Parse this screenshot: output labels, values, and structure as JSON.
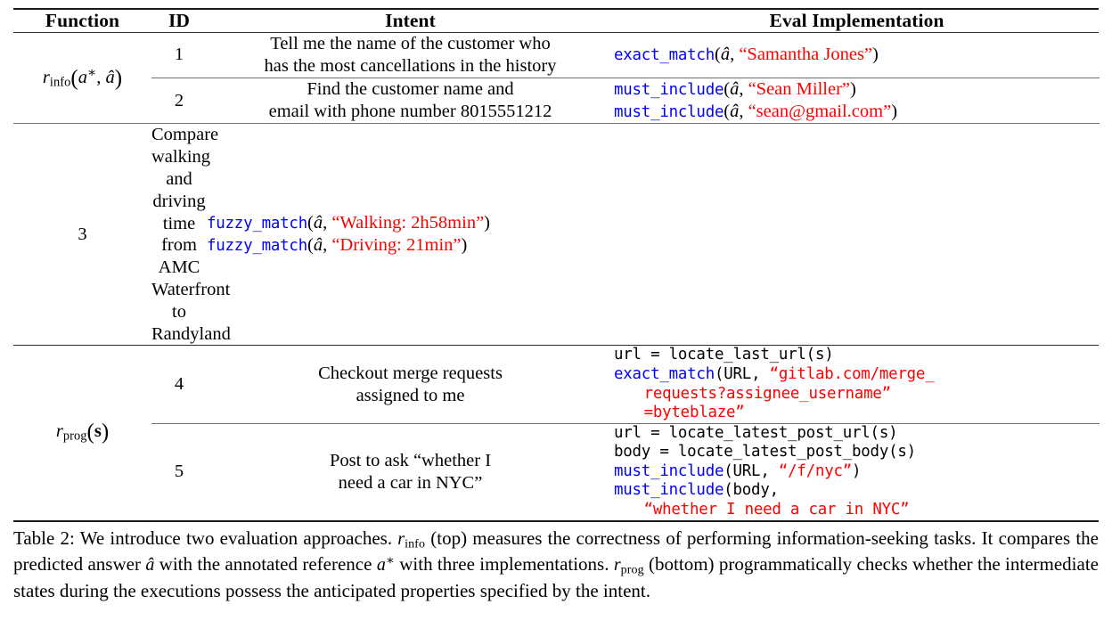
{
  "table": {
    "columns": [
      "Function",
      "ID",
      "Intent",
      "Eval Implementation"
    ],
    "groups": [
      {
        "function_label": "r_info(a*, â)",
        "function_parts": {
          "symbol": "r",
          "subscript": "info",
          "args": "(a*, â)"
        },
        "rows": [
          {
            "id": "1",
            "intent_lines": [
              "Tell me the name of the customer who",
              "has the most cancellations in the history"
            ],
            "eval_lines": [
              [
                {
                  "text": "exact_match",
                  "style": "fn-mono"
                },
                {
                  "text": "(",
                  "style": "punct"
                },
                {
                  "text": "â",
                  "style": "math"
                },
                {
                  "text": ", ",
                  "style": "punct"
                },
                {
                  "text": "“Samantha Jones”",
                  "style": "str-serif"
                },
                {
                  "text": ")",
                  "style": "punct"
                }
              ]
            ]
          },
          {
            "id": "2",
            "intent_lines": [
              "Find the customer name and",
              "email with phone number 8015551212"
            ],
            "eval_lines": [
              [
                {
                  "text": "must_include",
                  "style": "fn-mono"
                },
                {
                  "text": "(",
                  "style": "punct"
                },
                {
                  "text": "â",
                  "style": "math"
                },
                {
                  "text": ", ",
                  "style": "punct"
                },
                {
                  "text": "“Sean Miller”",
                  "style": "str-serif"
                },
                {
                  "text": ")",
                  "style": "punct"
                }
              ],
              [
                {
                  "text": "must_include",
                  "style": "fn-mono"
                },
                {
                  "text": "(",
                  "style": "punct"
                },
                {
                  "text": "â",
                  "style": "math"
                },
                {
                  "text": ", ",
                  "style": "punct"
                },
                {
                  "text": "“sean@gmail.com”",
                  "style": "str-serif"
                },
                {
                  "text": ")",
                  "style": "punct"
                }
              ]
            ]
          },
          {
            "id": "3",
            "intent_lines": [
              "Compare walking and driving time",
              "from AMC Waterfront to Randyland"
            ],
            "eval_lines": [
              [
                {
                  "text": "fuzzy_match",
                  "style": "fn-mono"
                },
                {
                  "text": "(",
                  "style": "punct"
                },
                {
                  "text": "â",
                  "style": "math"
                },
                {
                  "text": ", ",
                  "style": "punct"
                },
                {
                  "text": "“Walking: 2h58min”",
                  "style": "str-serif"
                },
                {
                  "text": ")",
                  "style": "punct"
                }
              ],
              [
                {
                  "text": "fuzzy_match",
                  "style": "fn-mono"
                },
                {
                  "text": "(",
                  "style": "punct"
                },
                {
                  "text": "â",
                  "style": "math"
                },
                {
                  "text": ", ",
                  "style": "punct"
                },
                {
                  "text": "“Driving: 21min”",
                  "style": "str-serif"
                },
                {
                  "text": ")",
                  "style": "punct"
                }
              ]
            ]
          }
        ]
      },
      {
        "function_label": "r_prog(s)",
        "function_parts": {
          "symbol": "r",
          "subscript": "prog",
          "args": "(s)"
        },
        "rows": [
          {
            "id": "4",
            "intent_lines": [
              "Checkout merge requests",
              "assigned to me"
            ],
            "eval_lines": [
              [
                {
                  "text": "url = locate_last_url(s)",
                  "style": "blk-mono"
                }
              ],
              [
                {
                  "text": "exact_match",
                  "style": "fn-mono"
                },
                {
                  "text": "(URL, ",
                  "style": "blk-mono"
                },
                {
                  "text": "“gitlab.com/merge_",
                  "style": "str-mono"
                }
              ],
              [
                {
                  "text": "  requests?assignee_username”",
                  "style": "str-mono"
                }
              ],
              [
                {
                  "text": "  =byteblaze”",
                  "style": "str-mono"
                }
              ]
            ]
          },
          {
            "id": "5",
            "intent_lines": [
              "Post to ask “whether I",
              "need a car in NYC”"
            ],
            "eval_lines": [
              [
                {
                  "text": "url = locate_latest_post_url(s)",
                  "style": "blk-mono"
                }
              ],
              [
                {
                  "text": "body = locate_latest_post_body(s)",
                  "style": "blk-mono"
                }
              ],
              [
                {
                  "text": "must_include",
                  "style": "fn-mono"
                },
                {
                  "text": "(URL, ",
                  "style": "blk-mono"
                },
                {
                  "text": "“/f/nyc”",
                  "style": "str-mono"
                },
                {
                  "text": ")",
                  "style": "blk-mono"
                }
              ],
              [
                {
                  "text": "must_include",
                  "style": "fn-mono"
                },
                {
                  "text": "(body,",
                  "style": "blk-mono"
                }
              ],
              [
                {
                  "text": "  “whether I need a car in NYC”",
                  "style": "str-mono"
                }
              ]
            ]
          }
        ]
      }
    ]
  },
  "caption": {
    "label": "Table 2:",
    "segment_1": " We introduce two evaluation approaches. ",
    "math_1": "r_info",
    "segment_2": " (top) measures the correctness of performing information-seeking tasks. It compares the predicted answer ",
    "math_2": "â",
    "segment_3": " with the annotated reference ",
    "math_3": "a*",
    "segment_4": " with three implementations. ",
    "math_4": "r_prog",
    "segment_5": " (bottom) programmatically checks whether the intermediate states during the executions possess the anticipated properties specified by the intent."
  },
  "colors": {
    "function_blue": "#0000ff",
    "string_red": "#ff0000",
    "text_black": "#000000",
    "rule_dark": "#1a1a1a",
    "rule_light": "#707070"
  }
}
